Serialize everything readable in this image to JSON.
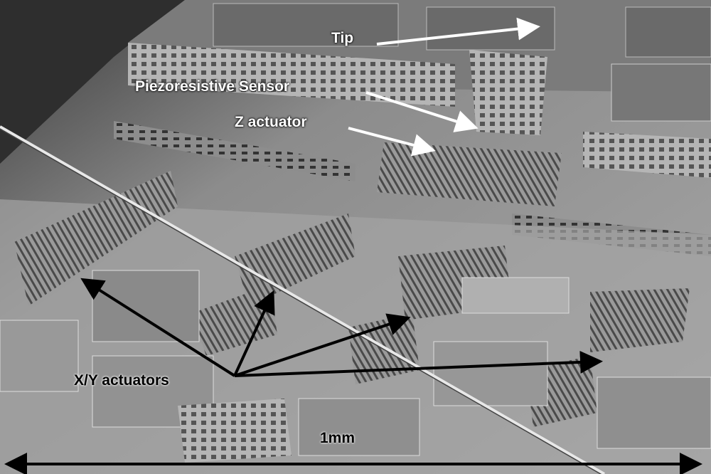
{
  "labels": {
    "tip": "Tip",
    "piezo": "Piezoresistive Sensor",
    "z": "Z actuator",
    "xy": "X/Y actuators",
    "scale": "1mm"
  },
  "colors": {
    "annotation_light": "#ffffff",
    "annotation_dark": "#000000"
  }
}
